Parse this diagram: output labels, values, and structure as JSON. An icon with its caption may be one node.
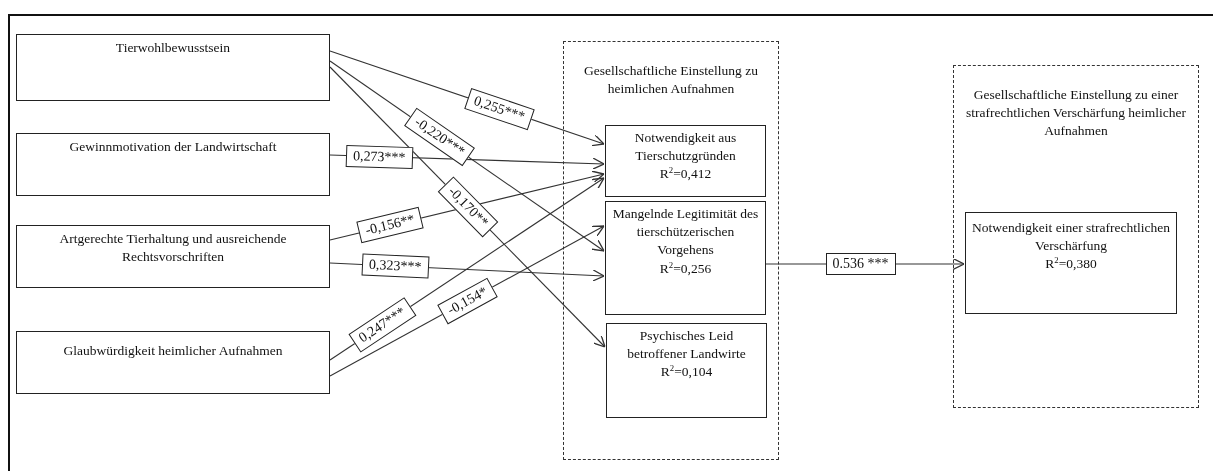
{
  "diagram": {
    "nodes": [
      {
        "text": [
          "Tierwohlbewusstsein"
        ]
      },
      {
        "text": [
          "Gewinnmotivation der Landwirtschaft"
        ]
      },
      {
        "text": [
          "Artgerechte Tierhaltung und ausreichende Rechtsvorschriften"
        ]
      },
      {
        "text": [
          "Glaubwürdigkeit heimlicher Aufnahmen"
        ]
      },
      {
        "text": [
          "Gesellschaftliche Einstellung zu heimlichen Aufnahmen"
        ]
      },
      {
        "text": [
          "Notwendigkeit aus Tierschutzgründen",
          "R$^{2}$=0,412"
        ],
        "in": 4
      },
      {
        "text": [
          "Mangelnde Legitimität des tierschützerischen Vorgehens",
          "R$^{2}$=0,256"
        ],
        "in": 4
      },
      {
        "text": [
          "Psychisches Leid betroffener Landwirte",
          "R$^{2}$=0,104"
        ],
        "in": 4
      },
      {
        "text": [
          "Gesellschaftliche Einstellung zu einer strafrechtlichen Verschärfung heimlicher Aufnahmen"
        ]
      },
      {
        "text": [
          "Notwendigkeit einer strafrechtlichen Verschärfung",
          "R$^{2}$=0,380"
        ],
        "in": 8
      }
    ],
    "edges": [
      {
        "from": 0,
        "to": 5,
        "arrow": "to",
        "label": "0,255***"
      },
      {
        "from": 0,
        "to": 6,
        "arrow": "to",
        "label": "-0,220***"
      },
      {
        "from": 0,
        "to": 7,
        "arrow": "to",
        "label": "-0,170**"
      },
      {
        "from": 1,
        "to": 5,
        "arrow": "to",
        "label": "0,273***"
      },
      {
        "from": 2,
        "to": 5,
        "arrow": "to",
        "label": "-0,156**"
      },
      {
        "from": 2,
        "to": 6,
        "arrow": "to",
        "label": "0,323***"
      },
      {
        "from": 3,
        "to": 5,
        "arrow": "to",
        "label": "0,247***"
      },
      {
        "from": 3,
        "to": 6,
        "arrow": "to",
        "label": "-0,154*"
      },
      {
        "from": 6,
        "to": 9,
        "arrow": "to",
        "label": "0.536 ***"
      }
    ]
  }
}
